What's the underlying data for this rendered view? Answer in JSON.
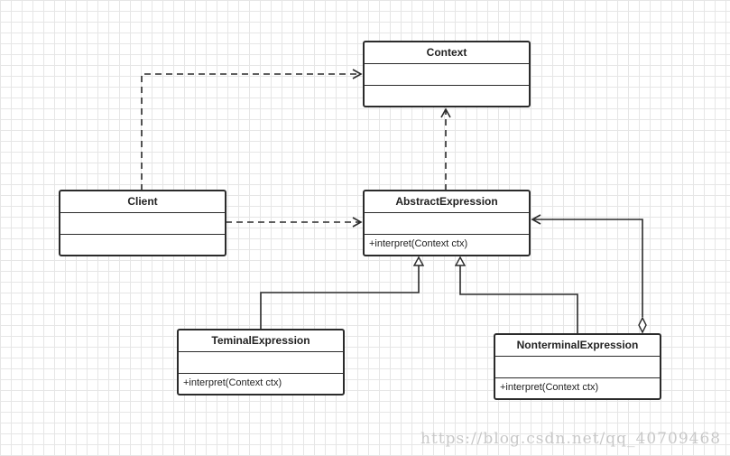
{
  "classes": {
    "context": {
      "name": "Context"
    },
    "client": {
      "name": "Client"
    },
    "abstract_expression": {
      "name": "AbstractExpression",
      "operation": "+interpret(Context ctx)"
    },
    "terminal_expression": {
      "name": "TeminalExpression",
      "operation": "+interpret(Context ctx)"
    },
    "nonterminal_expression": {
      "name": "NonterminalExpression",
      "operation": "+interpret(Context ctx)"
    }
  },
  "watermark": "https://blog.csdn.net/qq_40709468",
  "colors": {
    "line": "#2b2b2b",
    "grid": "#e6e6e6",
    "watermark": "#c8c8c8"
  }
}
